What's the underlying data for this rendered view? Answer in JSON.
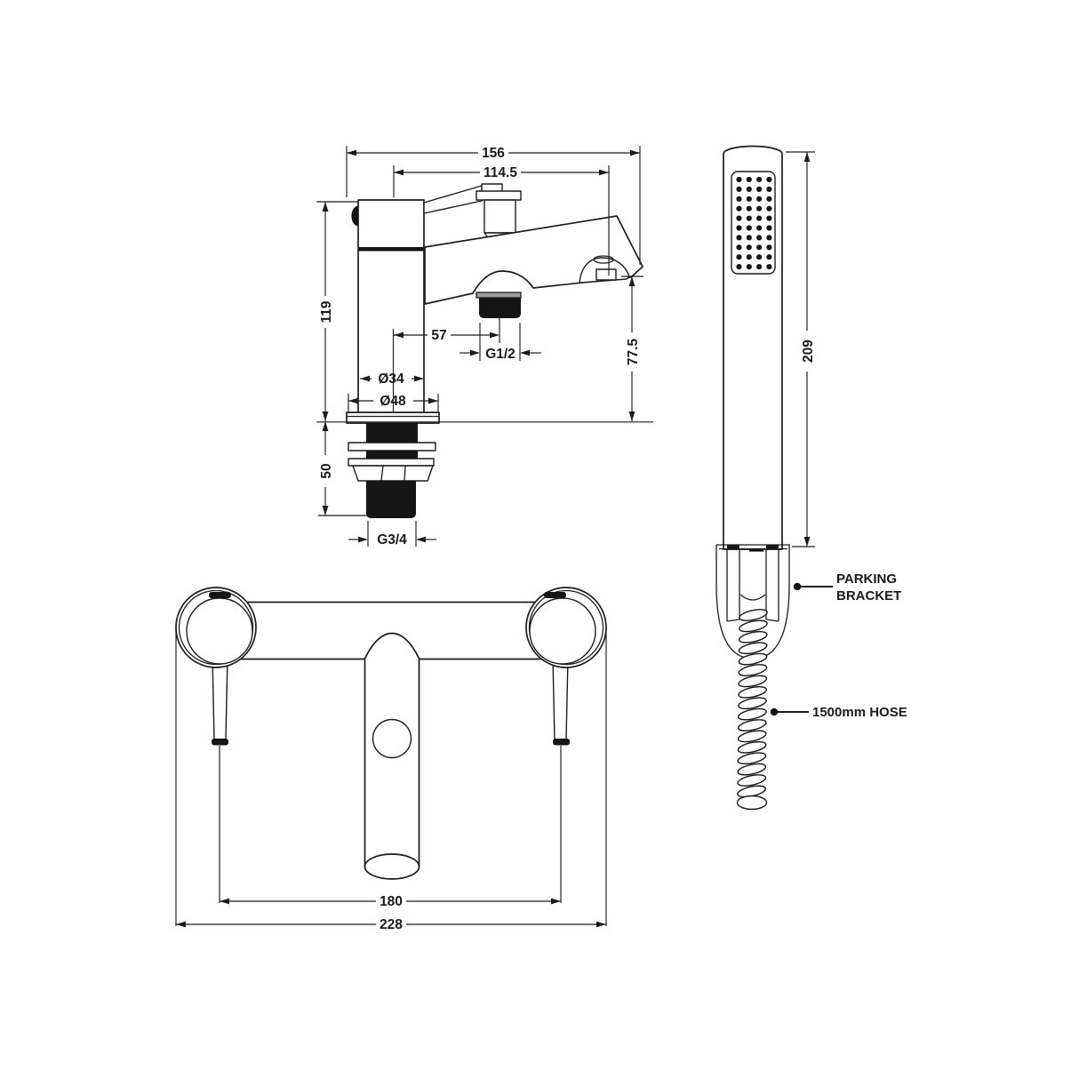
{
  "side_view": {
    "overall_width": "156",
    "spout_reach": "114.5",
    "body_height": "119",
    "spout_centre_offset": "57",
    "shower_outlet_thread": "G1/2",
    "spout_clearance": "77.5",
    "body_diameter": "Ø34",
    "base_diameter": "Ø48",
    "shank_length": "50",
    "inlet_thread": "G3/4"
  },
  "handset_view": {
    "handset_length": "209",
    "bracket_label_line1": "PARKING",
    "bracket_label_line2": "BRACKET",
    "hose_label": "1500mm HOSE"
  },
  "front_view": {
    "handle_centres": "180",
    "overall_width": "228"
  },
  "colors": {
    "line": "#1c1c1c",
    "fill_black": "#151515",
    "background": "#ffffff"
  }
}
